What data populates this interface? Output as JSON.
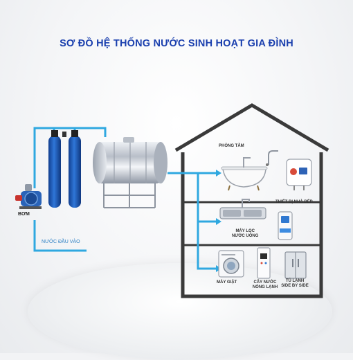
{
  "title": "SƠ ĐỒ HỆ THỐNG NƯỚC SINH HOẠT GIA ĐÌNH",
  "labels": {
    "pump": "BƠM",
    "inlet": "NƯỚC ĐẦU VÀO",
    "bathroom": "PHÒNG TẮM",
    "kitchen_equipment": "THIẾT BỊ NHÀ BẾP",
    "purifier_line1": "MÁY LỌC",
    "purifier_line2": "NƯỚC UỐNG",
    "washing_machine": "MÁY GIẶT",
    "dispenser_line1": "CÂY NƯỚC",
    "dispenser_line2": "NÓNG LẠNH",
    "fridge_line1": "TỦ LẠNH",
    "fridge_line2": "SIDE BY SIDE"
  },
  "colors": {
    "title": "#1a3fae",
    "pipe": "#2fa8e0",
    "house_outline": "#3a3a3a",
    "filter_tank": "#1d56b8",
    "steel_tank": "#c9ced6"
  },
  "icons": [
    "pump-icon",
    "filter-tank-icon",
    "steel-tank-icon",
    "house-icon",
    "bathtub-icon",
    "faucet-icon",
    "water-heater-icon",
    "kitchen-sink-icon",
    "water-purifier-icon",
    "washing-machine-icon",
    "water-dispenser-icon",
    "fridge-icon"
  ]
}
